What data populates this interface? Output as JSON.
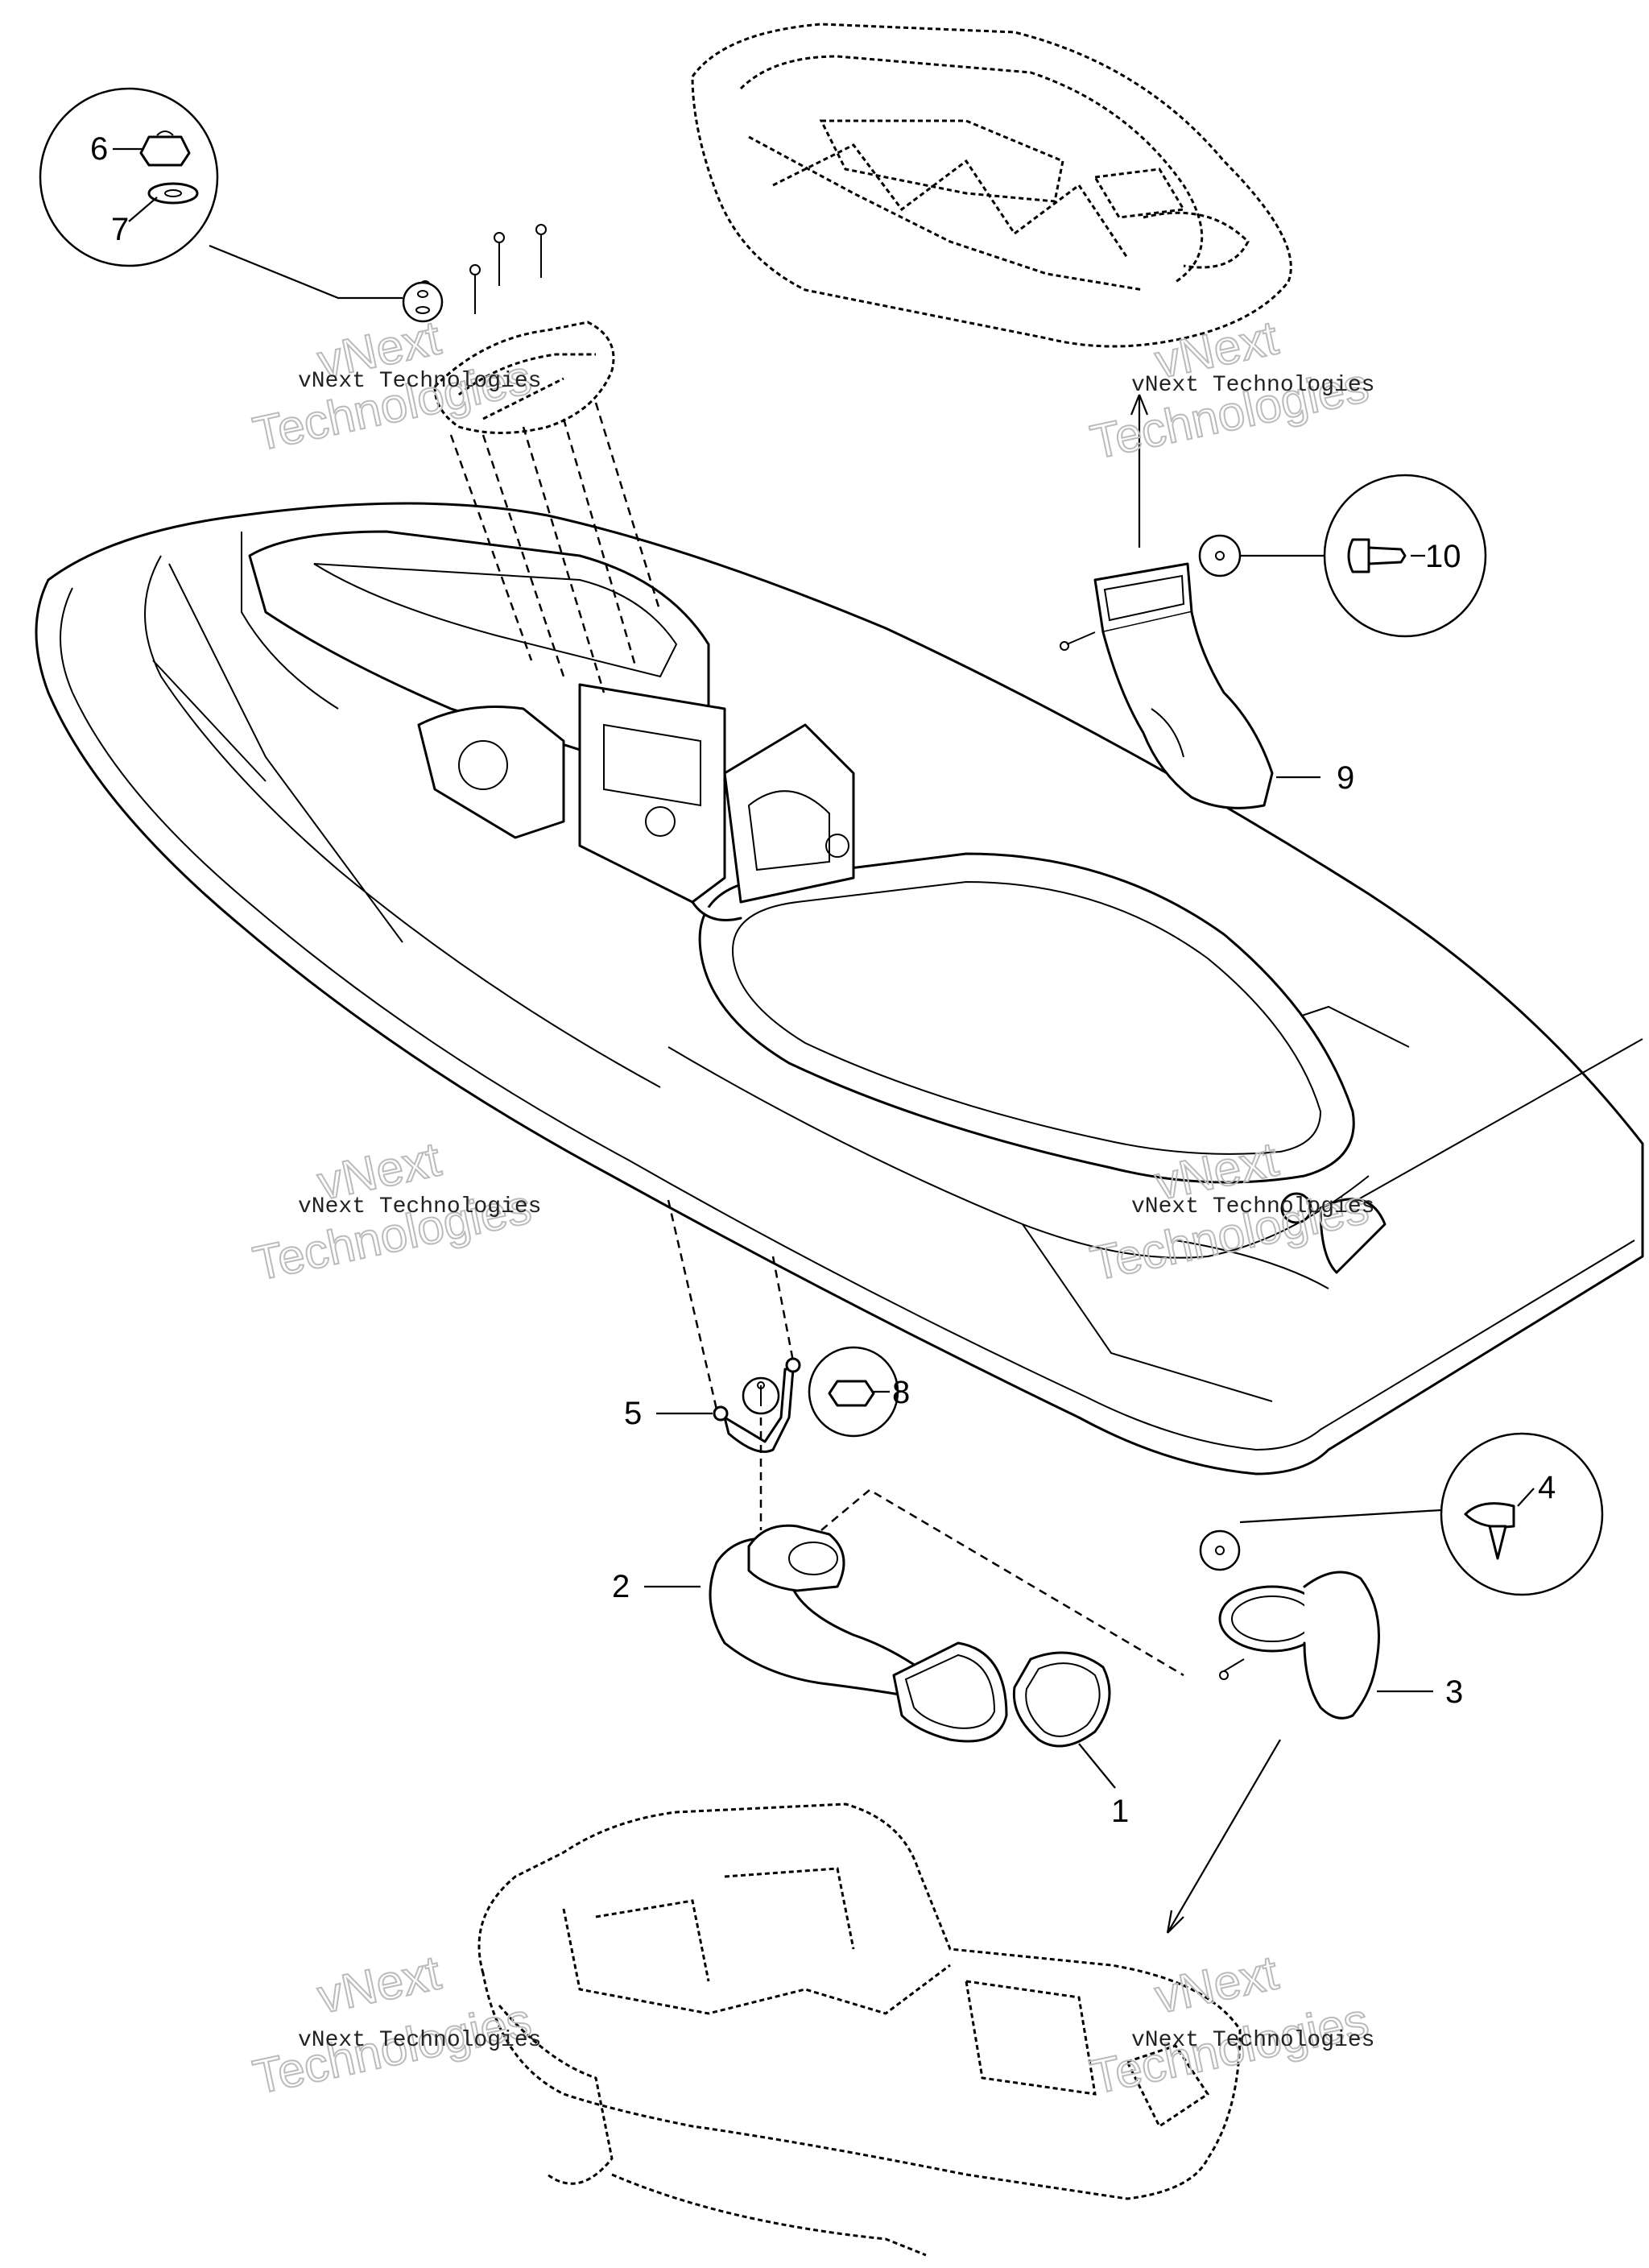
{
  "callouts": [
    "1",
    "2",
    "3",
    "4",
    "5",
    "6",
    "7",
    "8",
    "9",
    "10"
  ],
  "watermark": {
    "line": "vNext Technologies",
    "big_top": "vNext",
    "big_bottom": "Technologies"
  }
}
